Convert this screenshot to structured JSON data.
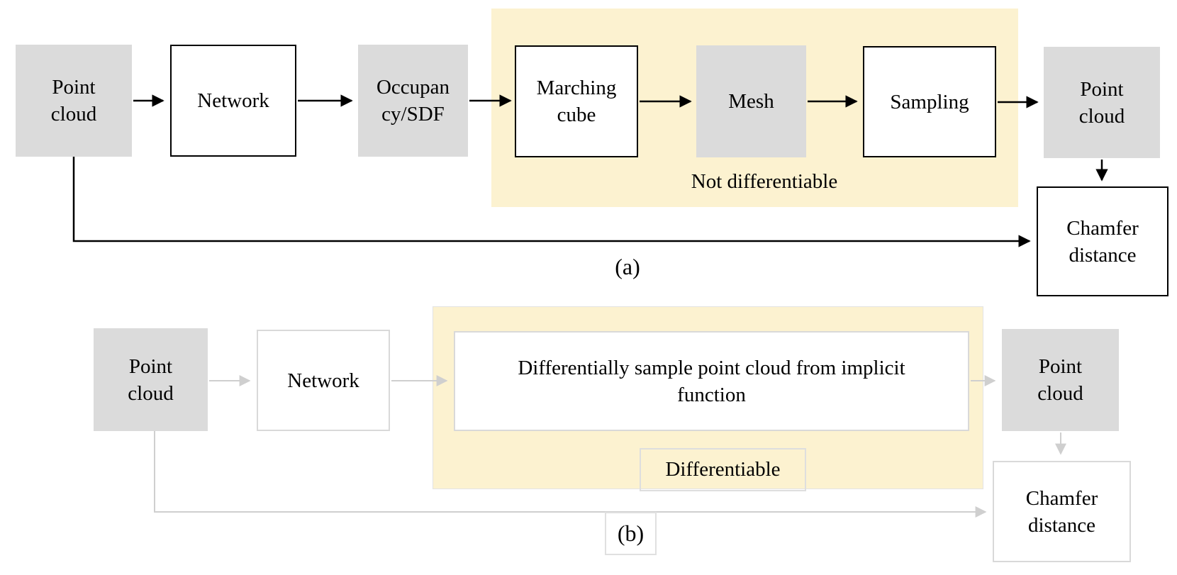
{
  "figure": {
    "caption_a": "(a)",
    "caption_b": "(b)"
  },
  "diagram_a": {
    "region_label": "Not differentiable",
    "nodes": {
      "point_cloud_in": {
        "line1": "Point",
        "line2": "cloud"
      },
      "network": {
        "line1": "Network"
      },
      "occupancy_sdf": {
        "line1": "Occupan",
        "line2": "cy/SDF"
      },
      "marching_cube": {
        "line1": "Marching",
        "line2": "cube"
      },
      "mesh": {
        "line1": "Mesh"
      },
      "sampling": {
        "line1": "Sampling"
      },
      "point_cloud_out": {
        "line1": "Point",
        "line2": "cloud"
      },
      "chamfer": {
        "line1": "Chamfer",
        "line2": "distance"
      }
    }
  },
  "diagram_b": {
    "region_label": "Differentiable",
    "nodes": {
      "point_cloud_in": {
        "line1": "Point",
        "line2": "cloud"
      },
      "network": {
        "line1": "Network"
      },
      "diff_sampler": {
        "line1": "Differentially sample point cloud from implicit",
        "line2": "function"
      },
      "point_cloud_out": {
        "line1": "Point",
        "line2": "cloud"
      },
      "chamfer": {
        "line1": "Chamfer",
        "line2": "distance"
      }
    }
  },
  "colors": {
    "highlight_yellow": "#fcf2d0",
    "box_gray": "#dbdbdb",
    "arrow_black": "#000000",
    "arrow_gray": "#cfcfcf",
    "border_light": "#d9d9d9",
    "text": "#000000"
  }
}
